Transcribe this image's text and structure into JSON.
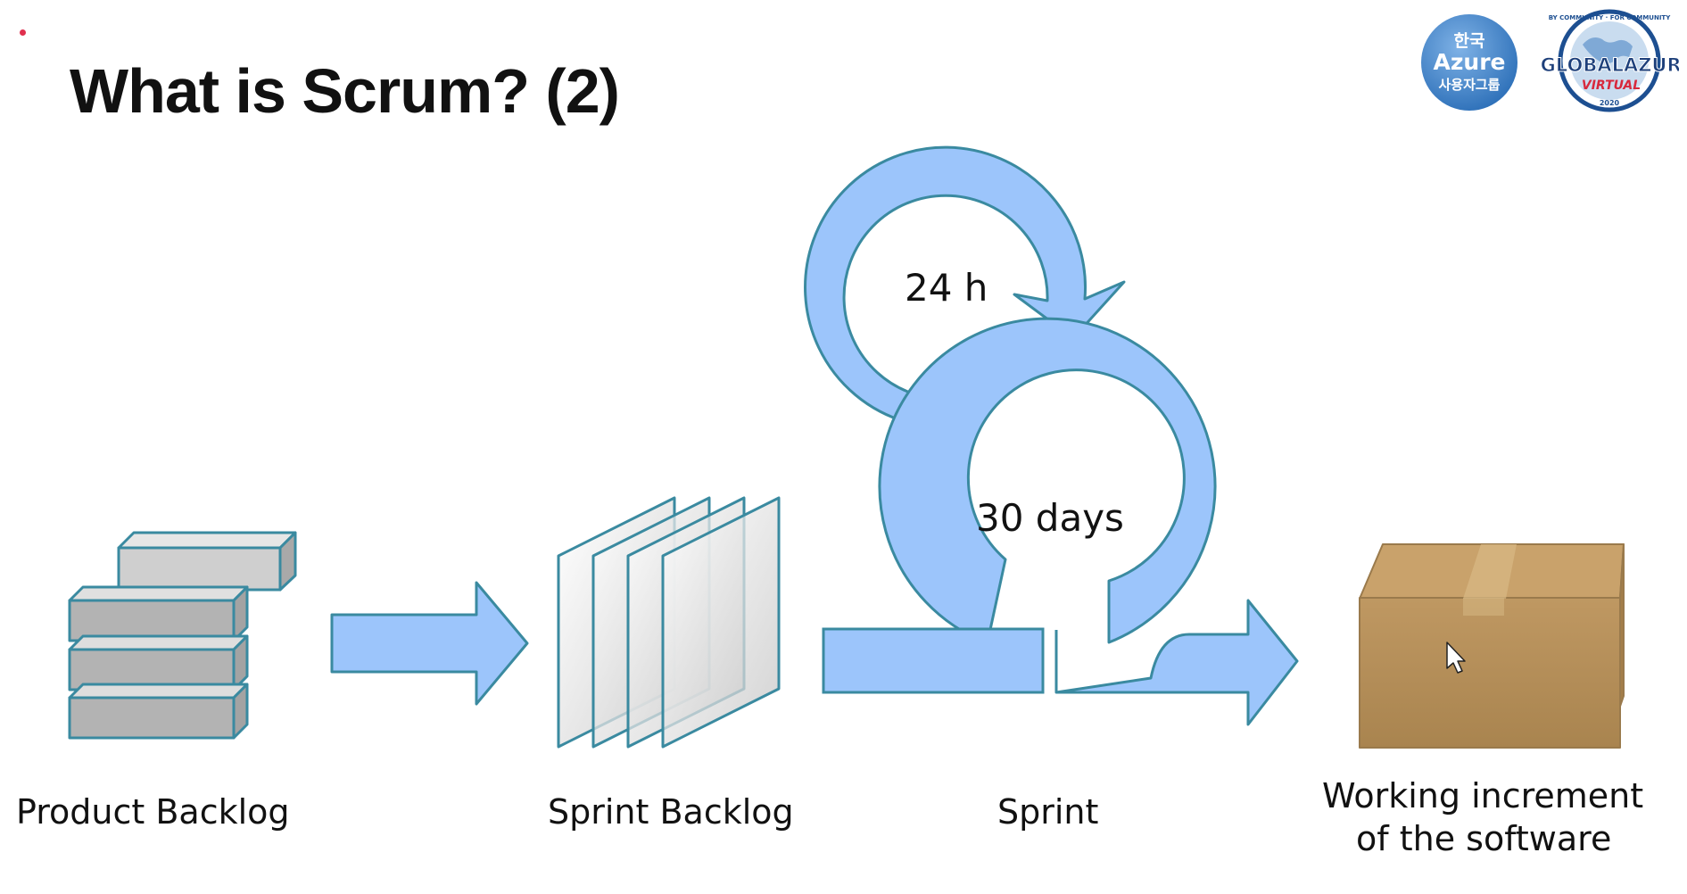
{
  "slide": {
    "title": "What is Scrum? (2)"
  },
  "logos": {
    "korea_azure": {
      "line1": "한국",
      "line2": "Azure",
      "line3": "사용자그룹"
    },
    "global_azure": {
      "tag": "#GLOBALAZURE",
      "sub": "VIRTUAL",
      "ring": "BY COMMUNITY · FOR COMMUNITY",
      "year": "2020"
    }
  },
  "diagram": {
    "daily_cycle_label": "24 h",
    "sprint_cycle_label": "30 days",
    "stages": {
      "product_backlog": "Product Backlog",
      "sprint_backlog": "Sprint Backlog",
      "sprint": "Sprint",
      "increment_line1": "Working increment",
      "increment_line2": "of the software"
    }
  },
  "colors": {
    "arrow_fill": "#9cc5fb",
    "arrow_stroke": "#3a8aa0",
    "block_fill": "#cfcfcf",
    "box_fill": "#b9925c",
    "accent_dot": "#e0304e"
  }
}
